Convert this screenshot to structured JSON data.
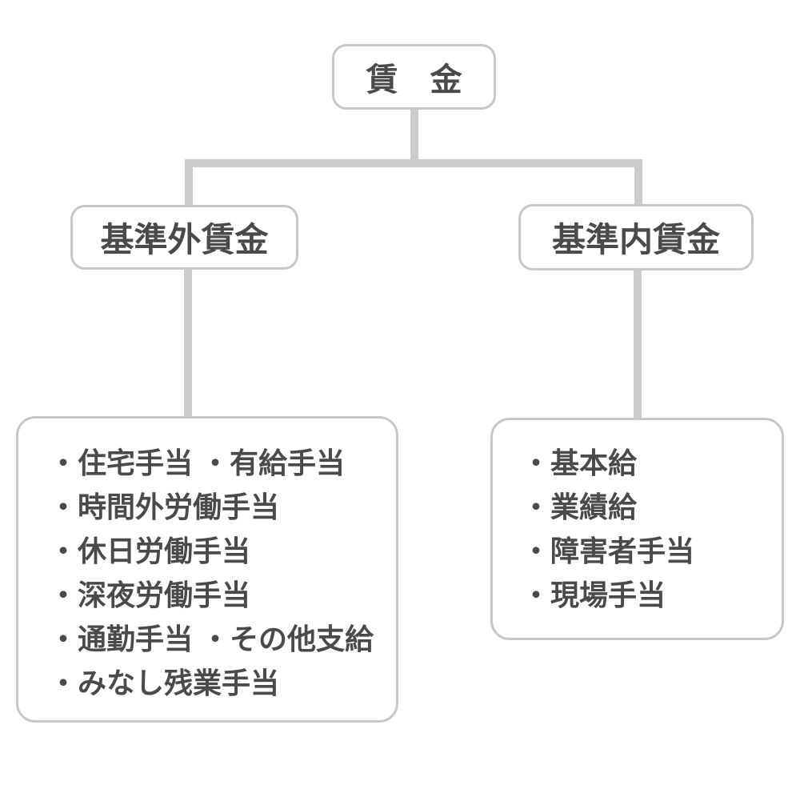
{
  "diagram": {
    "title_note": "wage structure tree diagram",
    "colors": {
      "box_border": "#c8c8c8",
      "connector": "#cccccc",
      "text": "#4a4a4a",
      "background": "#ffffff"
    },
    "root": {
      "label": "賃　金"
    },
    "left_branch": {
      "label": "基準外賃金",
      "lines": [
        "・住宅手当 ・有給手当",
        "・時間外労働手当",
        "・休日労働手当",
        "・深夜労働手当",
        "・通勤手当 ・その他支給",
        "・みなし残業手当"
      ]
    },
    "right_branch": {
      "label": "基準内賃金",
      "lines": [
        "・基本給",
        "・業績給",
        "・障害者手当",
        "・現場手当"
      ]
    }
  }
}
